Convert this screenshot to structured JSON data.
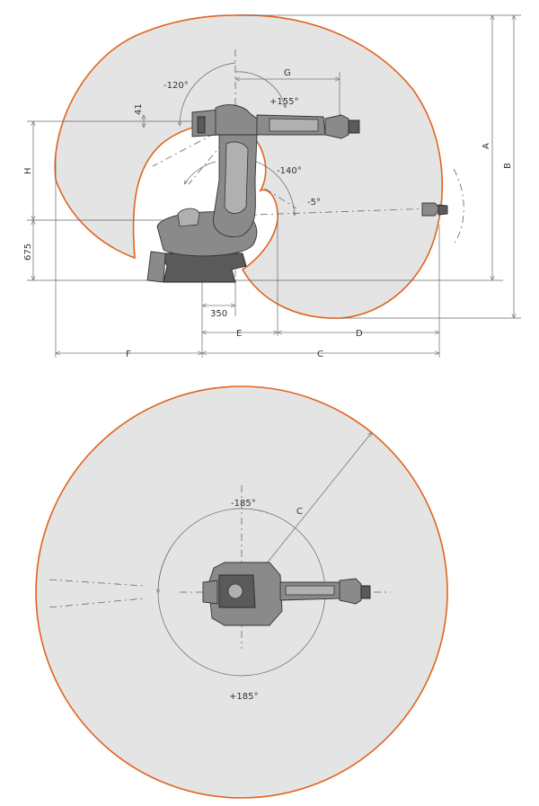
{
  "side_view": {
    "dimensions": {
      "A": "A",
      "B": "B",
      "C": "C",
      "D": "D",
      "E": "E",
      "F": "F",
      "G": "G",
      "H": "H",
      "d41": "41",
      "d675": "675",
      "d350": "350"
    },
    "angles": {
      "a_neg120": "-120°",
      "a_pos155": "+155°",
      "a_neg140": "-140°",
      "a_neg5": "-5°"
    }
  },
  "top_view": {
    "radius_label": "C",
    "angles": {
      "a_neg185": "-185°",
      "a_pos185": "+185°"
    }
  },
  "colors": {
    "envelope_stroke": "#e1641e",
    "envelope_fill": "#e4e4e4",
    "robot_fill": "#8a8a8a"
  }
}
